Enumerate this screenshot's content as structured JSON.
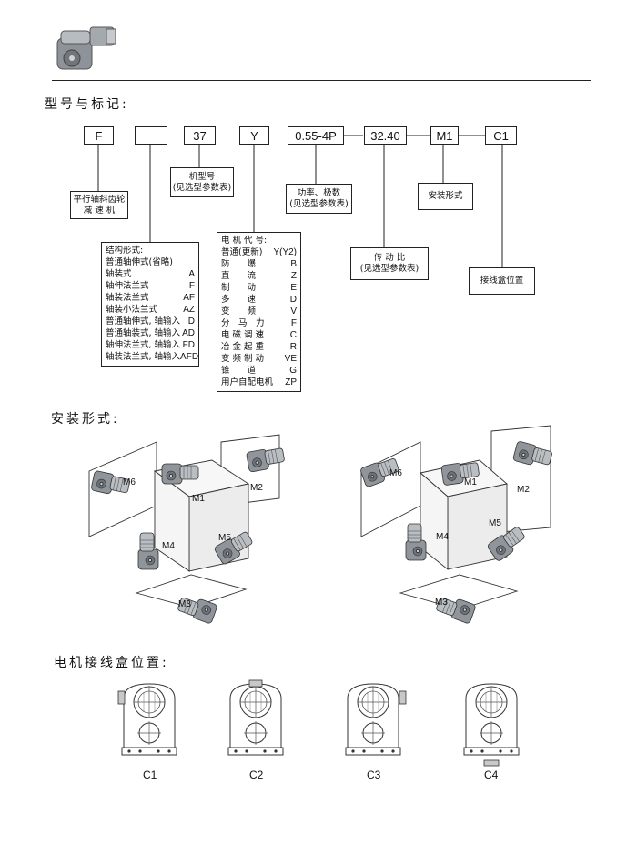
{
  "section_titles": {
    "model": "型号与标记:",
    "mounting": "安装形式:",
    "terminal": "电机接线盒位置:"
  },
  "model_codes": [
    {
      "id": "f",
      "text": "F"
    },
    {
      "id": "blank",
      "text": ""
    },
    {
      "id": "size",
      "text": "37"
    },
    {
      "id": "y",
      "text": "Y"
    },
    {
      "id": "power",
      "text": "0.55-4P"
    },
    {
      "id": "ratio",
      "text": "32.40"
    },
    {
      "id": "m1",
      "text": "M1"
    },
    {
      "id": "c1",
      "text": "C1"
    }
  ],
  "labels": {
    "gear_type": [
      "平行轴斜齿轮",
      "减 速 机"
    ],
    "frame": [
      "机型号",
      "(见选型参数表)"
    ],
    "power": [
      "功率、极数",
      "(见选型参数表)"
    ],
    "mount": [
      "安装形式"
    ],
    "ratio": [
      "传 动 比",
      "(见选型参数表)"
    ],
    "terminal_box": [
      "接线盒位置"
    ]
  },
  "structure_list": {
    "title": "结构形式:",
    "rows": [
      {
        "name": "普通轴伸式(省略)",
        "code": ""
      },
      {
        "name": "轴装式",
        "code": "A"
      },
      {
        "name": "轴伸法兰式",
        "code": "F"
      },
      {
        "name": "轴装法兰式",
        "code": "AF"
      },
      {
        "name": "轴装小法兰式",
        "code": "AZ"
      },
      {
        "name": "普通轴伸式, 轴输入",
        "code": "D"
      },
      {
        "name": "普通轴装式, 轴输入",
        "code": "AD"
      },
      {
        "name": "轴伸法兰式, 轴输入",
        "code": "FD"
      },
      {
        "name": "轴装法兰式, 轴输入",
        "code": "AFD"
      }
    ]
  },
  "motor_list": {
    "title": "电 机 代 号:",
    "rows": [
      {
        "name": "普通(更新)",
        "code": "Y(Y2)"
      },
      {
        "name": "防　　爆",
        "code": "B"
      },
      {
        "name": "直　　流",
        "code": "Z"
      },
      {
        "name": "制　　动",
        "code": "E"
      },
      {
        "name": "多　　速",
        "code": "D"
      },
      {
        "name": "变　　频",
        "code": "V"
      },
      {
        "name": "分　马　力",
        "code": "F"
      },
      {
        "name": "电 磁 调 速",
        "code": "C"
      },
      {
        "name": "冶 金 起 重",
        "code": "R"
      },
      {
        "name": "变 频 制 动",
        "code": "VE"
      },
      {
        "name": "锥　　道",
        "code": "G"
      },
      {
        "name": "用户自配电机",
        "code": "ZP"
      }
    ]
  },
  "mount_positions": {
    "left": [
      "M1",
      "M2",
      "M3",
      "M4",
      "M5",
      "M6"
    ],
    "right": [
      "M1",
      "M2",
      "M3",
      "M4",
      "M5",
      "M6"
    ]
  },
  "terminal_positions": [
    "C1",
    "C2",
    "C3",
    "C4"
  ],
  "icons": {
    "header": "gear-reducer-icon",
    "motor": "gear-motor-icon",
    "terminal": "terminal-box-view-icon"
  },
  "colors": {
    "line": "#222222",
    "metal": "#9aa0a6",
    "cube_face": "#f2f2f2"
  }
}
